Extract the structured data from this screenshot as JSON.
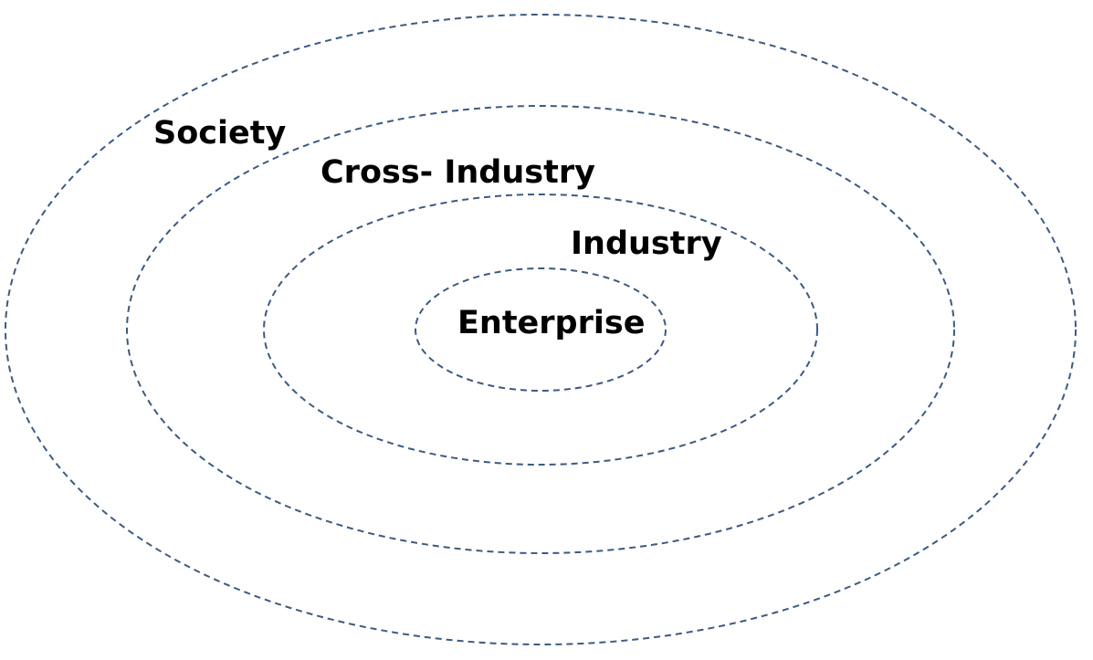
{
  "diagram": {
    "stroke_color": "#3d5a80",
    "text_color": "#000000",
    "background": "#ffffff",
    "rings": [
      {
        "id": "society",
        "label": "Society"
      },
      {
        "id": "cross-industry",
        "label": "Cross- Industry"
      },
      {
        "id": "industry",
        "label": "Industry"
      },
      {
        "id": "enterprise",
        "label": "Enterprise"
      }
    ]
  }
}
